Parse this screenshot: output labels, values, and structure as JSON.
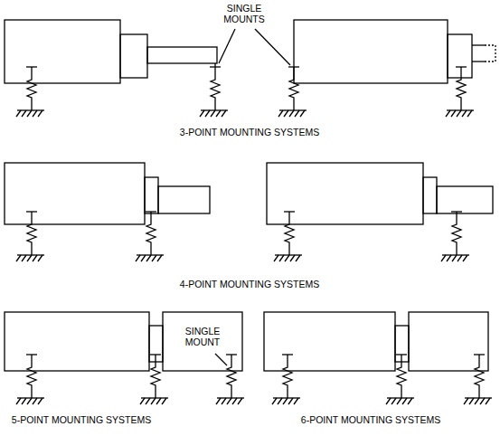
{
  "diagram": {
    "labels": [
      "SINGLE MOUNTS",
      "3-POINT MOUNTING SYSTEMS",
      "4-POINT MOUNTING SYSTEMS",
      "SINGLE MOUNT",
      "5-POINT MOUNTING SYSTEMS",
      "6-POINT MOUNTING SYSTEMS"
    ]
  }
}
